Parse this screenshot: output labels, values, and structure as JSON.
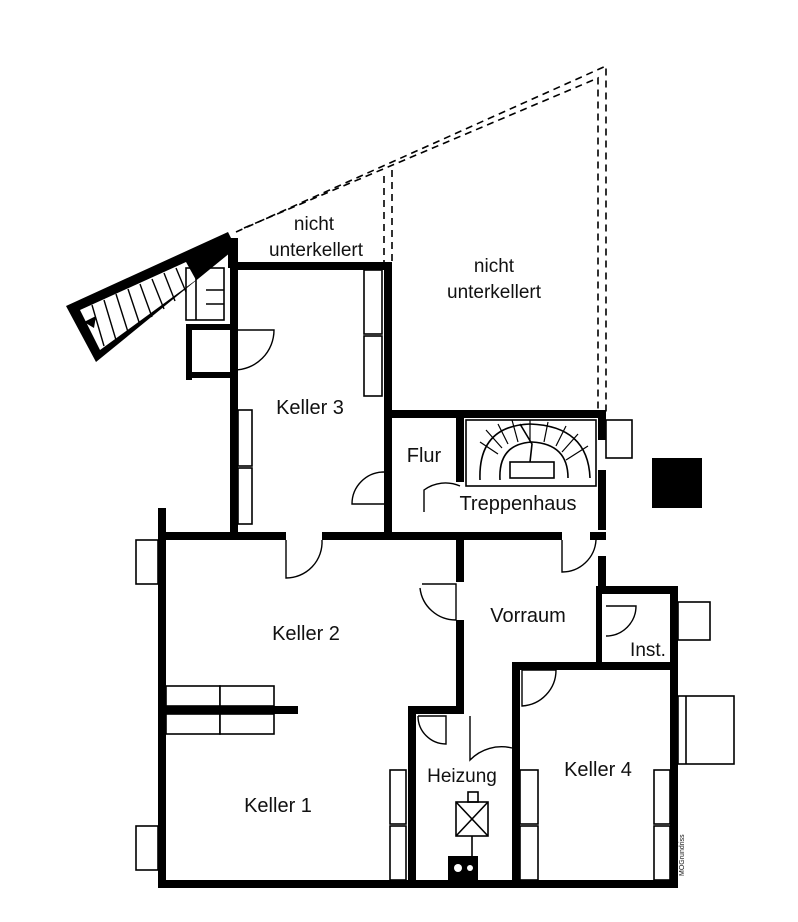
{
  "rooms": {
    "nicht_unterkellert_1": [
      "nicht",
      "unterkellert"
    ],
    "nicht_unterkellert_2": [
      "nicht",
      "unterkellert"
    ],
    "keller3": "Keller 3",
    "flur": "Flur",
    "treppenhaus": "Treppenhaus",
    "keller2": "Keller 2",
    "vorraum": "Vorraum",
    "inst": "Inst.",
    "keller4": "Keller 4",
    "heizung": "Heizung",
    "keller1": "Keller 1"
  },
  "credit": "MOGrundriss",
  "colors": {
    "wall": "#000000",
    "background": "#ffffff"
  }
}
